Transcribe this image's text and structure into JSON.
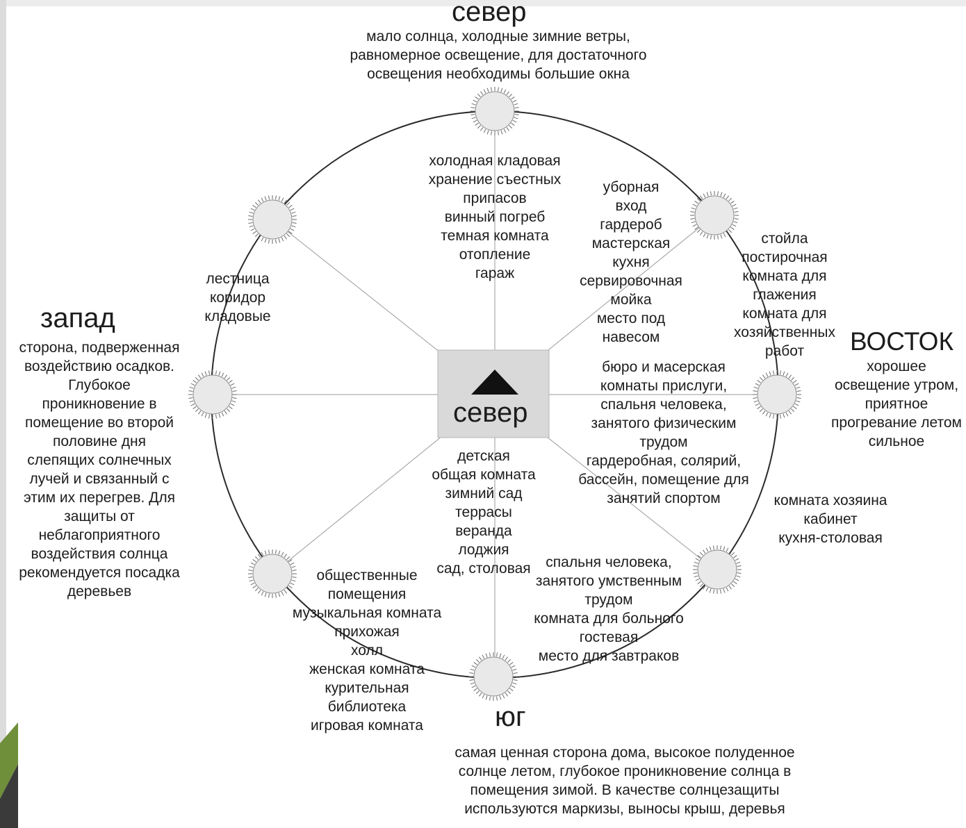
{
  "directions": {
    "north": {
      "title": "север",
      "desc": [
        "мало солнца, холодные зимние ветры,",
        "равномерное освещение, для достаточного",
        "освещения необходимы большие окна"
      ]
    },
    "west": {
      "title": "запад",
      "desc": [
        "сторона, подверженная",
        "воздействию осадков.",
        "Глубокое",
        "проникновение в",
        "помещение во второй",
        "половине дня",
        "слепящих солнечных",
        "лучей и связанный с",
        "этим их перегрев. Для",
        "защиты от",
        "неблагоприятного",
        "воздействия солнца",
        "рекомендуется посадка",
        "деревьев"
      ]
    },
    "east": {
      "title": "восток",
      "desc": [
        "хорошее",
        "освещение утром,",
        "приятное",
        "прогревание летом",
        "сильное"
      ]
    },
    "south": {
      "title": "юг",
      "desc": [
        "самая ценная сторона дома, высокое полуденное",
        "солнце летом, глубокое проникновение солнца в",
        "помещения зимой. В качестве солнцезащиты",
        "используются маркизы, выносы крыш, деревья"
      ]
    }
  },
  "center": {
    "label": "север"
  },
  "rooms": {
    "north": [
      "холодная кладовая",
      "хранение съестных",
      "припасов",
      "винный погреб",
      "темная комната",
      "отопление",
      "гараж"
    ],
    "northeast": [
      "уборная",
      "вход",
      "гардероб",
      "мастерская",
      "кухня",
      "сервировочная",
      "мойка",
      "место под",
      "навесом"
    ],
    "east_upper": [
      "стойла",
      "постирочная",
      "комната для",
      "глажения",
      "комната для",
      "хозяйственных",
      "работ"
    ],
    "northwest": [
      "лестница",
      "коридор",
      "кладовые"
    ],
    "east_mid": [
      "бюро и масерская",
      "комнаты прислуги,",
      "спальня человека,",
      "занятого физическим",
      "трудом",
      "гардеробная, солярий,",
      "бассейн, помещение для",
      "занятий спортом"
    ],
    "south_center": [
      "детская",
      "общая комната",
      "зимний сад",
      "террасы",
      "веранда",
      "лоджия",
      "сад, столовая"
    ],
    "east_lower": [
      "комната хозяина",
      "кабинет",
      "кухня-столовая"
    ],
    "southeast": [
      "спальня человека,",
      "занятого умственным",
      "трудом",
      "комната для больного",
      "гостевая",
      "место для завтраков"
    ],
    "southwest": [
      "общественные",
      "помещения",
      "музыкальная комната",
      "прихожая",
      "холл",
      "женская комната",
      "курительная",
      "библиотека",
      "игровая комната"
    ]
  }
}
